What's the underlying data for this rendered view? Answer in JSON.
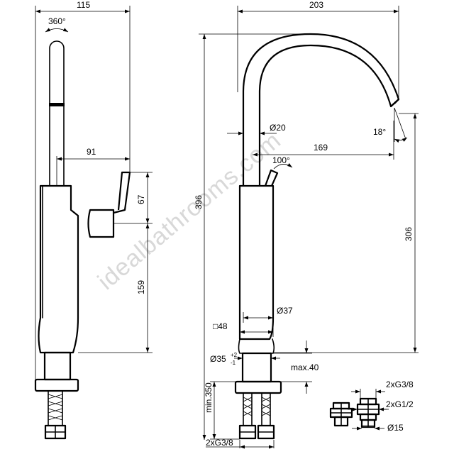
{
  "watermark": "idealbathrooms.com",
  "dimensions": {
    "side_width": "115",
    "rotation": "360°",
    "handle_reach": "91",
    "handle_height": "67",
    "body_height": "159",
    "front_width": "203",
    "total_height": "396",
    "spout_height": "306",
    "spout_diameter": "Ø20",
    "spout_reach": "169",
    "lever_angle": "100°",
    "outlet_angle": "18°",
    "body_diameter": "Ø37",
    "base_square": "□48",
    "hole_diameter": "Ø35",
    "hole_tol_plus": "+2",
    "hole_tol_minus": "-1",
    "max_thickness": "max.40",
    "hose_length": "min.350",
    "hose_connection": "2xG3/8",
    "valve_outlet": "2xG3/8",
    "valve_inlet": "2xG1/2",
    "valve_diameter": "Ø15"
  }
}
